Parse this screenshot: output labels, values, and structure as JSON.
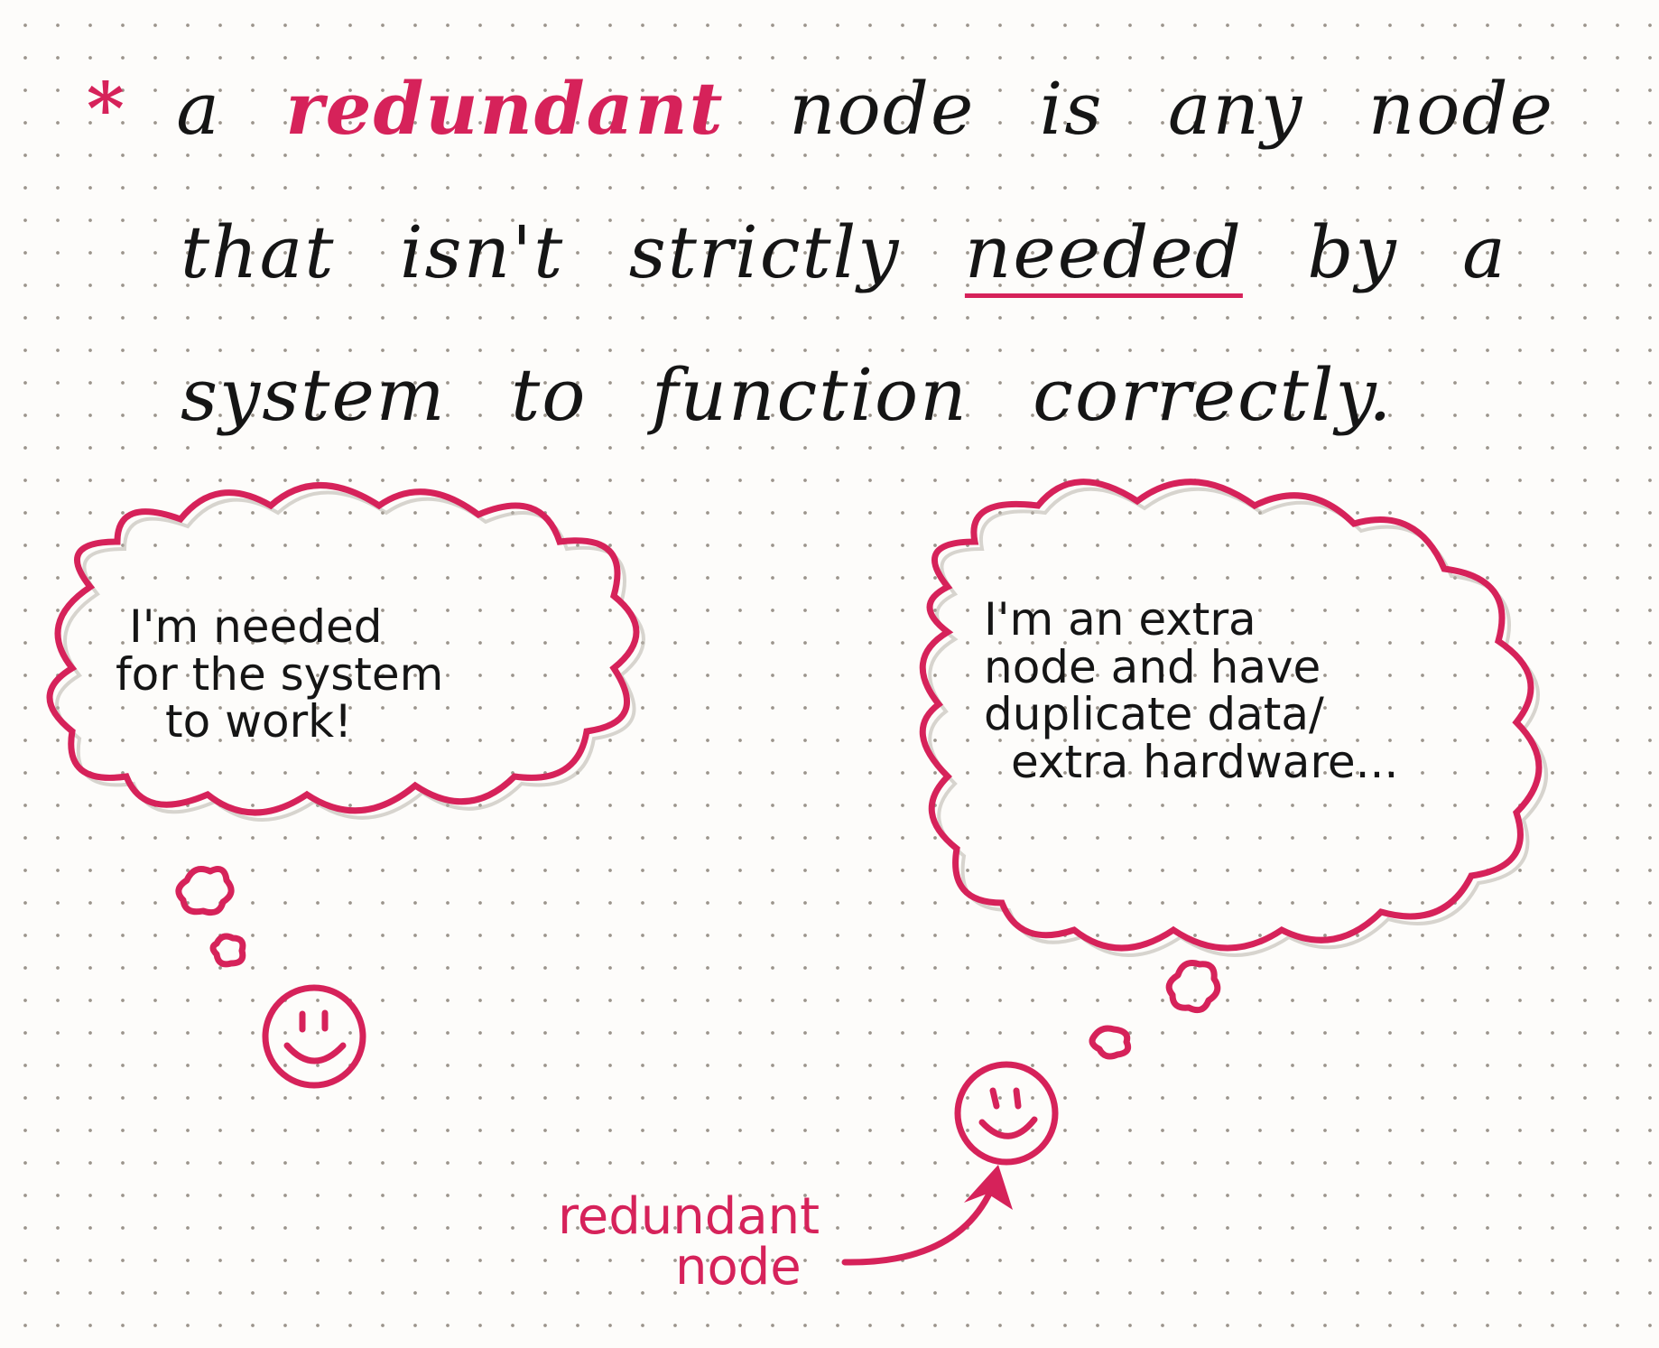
{
  "definition": {
    "bullet": "*",
    "line1": {
      "w1": "a",
      "w2": "redundant",
      "w3": "node",
      "w4": "is",
      "w5": "any",
      "w6": "node"
    },
    "line2": {
      "w1": "that",
      "w2": "isn't",
      "w3": "strictly",
      "w4": "needed",
      "w5": "by",
      "w6": "a"
    },
    "line3": {
      "w1": "system",
      "w2": "to",
      "w3": "function",
      "w4": "correctly."
    }
  },
  "left_bubble": {
    "line1": "I'm needed",
    "line2": "for the system",
    "line3": "to work!"
  },
  "right_bubble": {
    "line1": "I'm an extra",
    "line2": "node and have",
    "line3": "duplicate data/",
    "line4": "extra hardware..."
  },
  "redundant_label": {
    "line1": "redundant",
    "line2": "node"
  },
  "colors": {
    "ink": "#151515",
    "accent": "#d6225a",
    "paper": "#fdfcfa",
    "dots": "#9c958c"
  }
}
